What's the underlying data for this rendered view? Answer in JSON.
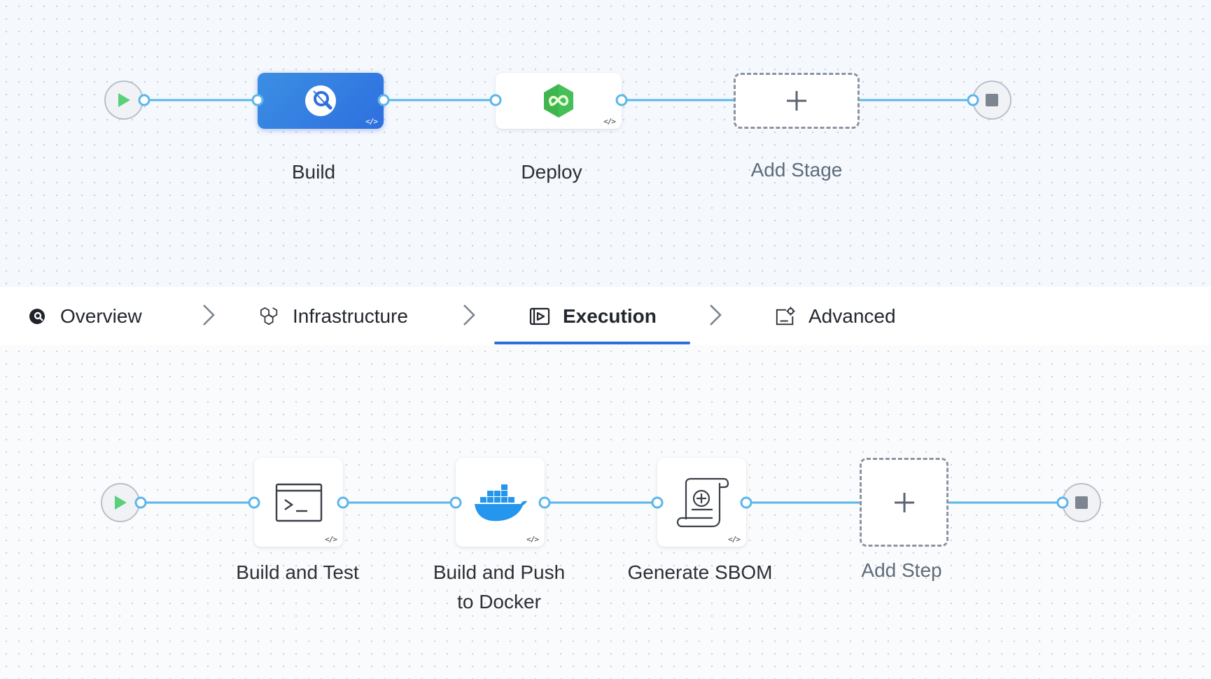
{
  "pipeline": {
    "stages": [
      {
        "label": "Build",
        "icon": "ci-build-icon"
      },
      {
        "label": "Deploy",
        "icon": "cd-deploy-icon"
      }
    ],
    "add_stage_label": "Add Stage"
  },
  "tabs": [
    {
      "label": "Overview",
      "icon": "overview-icon"
    },
    {
      "label": "Infrastructure",
      "icon": "infrastructure-icon"
    },
    {
      "label": "Execution",
      "icon": "execution-icon",
      "active": true
    },
    {
      "label": "Advanced",
      "icon": "advanced-settings-icon"
    }
  ],
  "execution": {
    "steps": [
      {
        "label": "Build and Test",
        "icon": "terminal-icon"
      },
      {
        "label_line1": "Build and Push",
        "label_line2": "to Docker",
        "icon": "docker-icon"
      },
      {
        "label": "Generate SBOM",
        "icon": "sbom-scroll-icon"
      }
    ],
    "add_step_label": "Add Step"
  },
  "colors": {
    "accent": "#2d6fd8",
    "connector": "#5bb6ea",
    "start_green": "#5bd07a",
    "stage_blue": "#3b8fe3",
    "deploy_green": "#37b24d",
    "docker_blue": "#2496ed"
  }
}
